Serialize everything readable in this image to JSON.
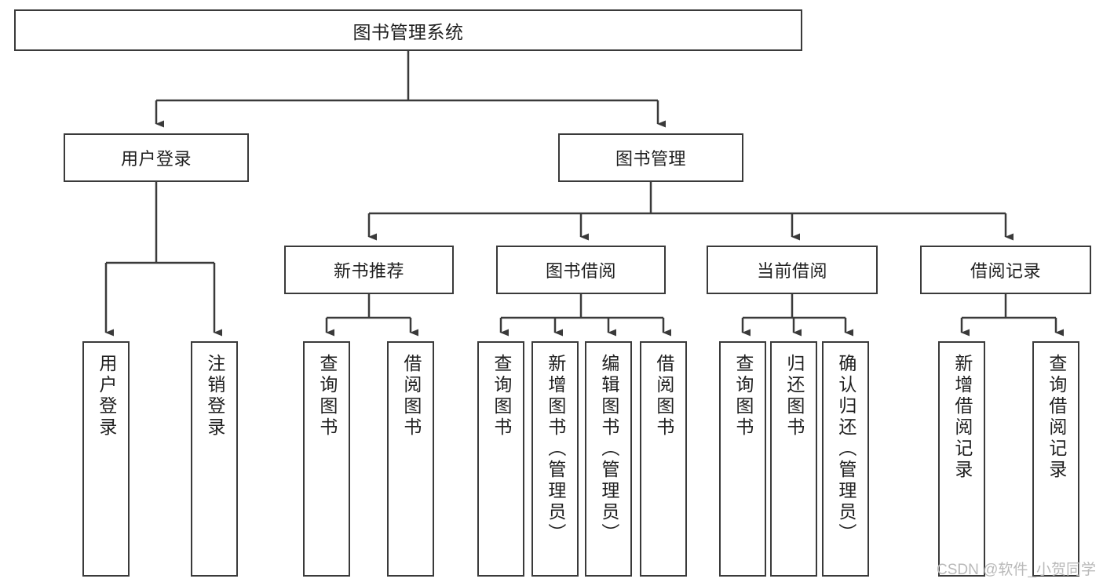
{
  "diagram": {
    "type": "tree",
    "title": "图书管理系统",
    "root": {
      "id": "root",
      "label": "图书管理系统"
    },
    "level2": [
      {
        "id": "user-login",
        "label": "用户登录"
      },
      {
        "id": "book-management",
        "label": "图书管理"
      }
    ],
    "level3": [
      {
        "id": "new-book-recommend",
        "label": "新书推荐",
        "parent": "book-management"
      },
      {
        "id": "book-borrow",
        "label": "图书借阅",
        "parent": "book-management"
      },
      {
        "id": "current-borrow",
        "label": "当前借阅",
        "parent": "book-management"
      },
      {
        "id": "borrow-record",
        "label": "借阅记录",
        "parent": "book-management"
      }
    ],
    "leaves": [
      {
        "id": "leaf-user-login",
        "label": "用户登录",
        "parent": "user-login"
      },
      {
        "id": "leaf-user-logout",
        "label": "注销登录",
        "parent": "user-login"
      },
      {
        "id": "leaf-query-book-1",
        "label": "查询图书",
        "parent": "new-book-recommend"
      },
      {
        "id": "leaf-borrow-book-1",
        "label": "借阅图书",
        "parent": "new-book-recommend"
      },
      {
        "id": "leaf-query-book-2",
        "label": "查询图书",
        "parent": "book-borrow"
      },
      {
        "id": "leaf-add-book",
        "label": "新增图书（管理员）",
        "parent": "book-borrow"
      },
      {
        "id": "leaf-edit-book",
        "label": "编辑图书（管理员）",
        "parent": "book-borrow"
      },
      {
        "id": "leaf-borrow-book-2",
        "label": "借阅图书",
        "parent": "book-borrow"
      },
      {
        "id": "leaf-query-book-3",
        "label": "查询图书",
        "parent": "current-borrow"
      },
      {
        "id": "leaf-return-book",
        "label": "归还图书",
        "parent": "current-borrow"
      },
      {
        "id": "leaf-confirm-return",
        "label": "确认归还（管理员）",
        "parent": "current-borrow"
      },
      {
        "id": "leaf-add-borrow-record",
        "label": "新增借阅记录",
        "parent": "borrow-record"
      },
      {
        "id": "leaf-query-borrow-record",
        "label": "查询借阅记录",
        "parent": "borrow-record"
      }
    ],
    "colors": {
      "background": "#ffffff",
      "node_fill": "#ffffff",
      "node_border": "#3a3a3a",
      "connector": "#3a3a3a",
      "text": "#1f1f1f",
      "watermark": "#b9b9b9"
    }
  },
  "watermark": {
    "text": "CSDN @软件_小贺同学"
  }
}
